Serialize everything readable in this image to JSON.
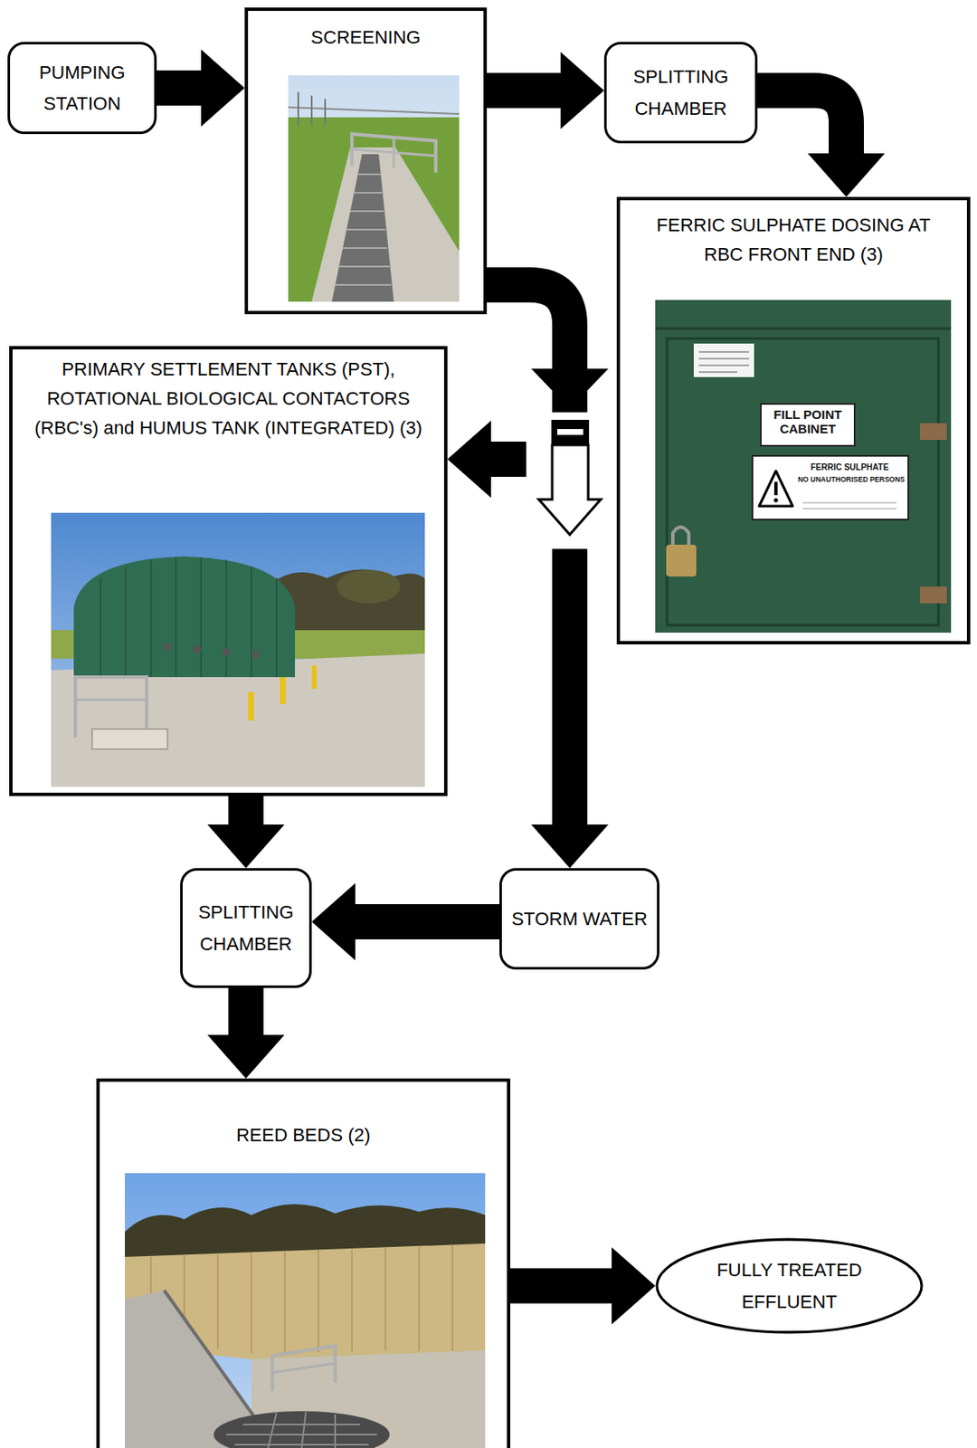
{
  "diagram": {
    "nodes": [
      {
        "text": [
          "PUMPING STATION"
        ]
      },
      {
        "text": [
          "SCREENING"
        ]
      },
      {
        "text": [
          "SPLITTING CHAMBER"
        ]
      },
      {
        "text": [
          "FERRIC SULPHATE DOSING AT RBC FRONT END (3)"
        ]
      },
      {
        "text": [
          "PRIMARY SETTLEMENT TANKS (PST), ROTATIONAL BIOLOGICAL CONTACTORS (RBC's) and HUMUS TANK (INTEGRATED) (3)"
        ]
      },
      {
        "text": [
          "STORM WATER"
        ]
      },
      {
        "text": [
          "SPLITTING CHAMBER"
        ]
      },
      {
        "text": [
          "REED BEDS (2)"
        ]
      },
      {
        "text": [
          "FULLY TREATED EFFLUENT"
        ]
      }
    ],
    "edges": [
      {
        "from": 0,
        "to": 1,
        "arrow": "to"
      },
      {
        "from": 1,
        "to": 2,
        "arrow": "to"
      },
      {
        "from": 2,
        "to": 3,
        "arrow": "to"
      },
      {
        "from": 3,
        "to": 4,
        "arrow": "to"
      },
      {
        "from": 1,
        "to": 5,
        "arrow": "to"
      },
      {
        "from": 4,
        "to": 6,
        "arrow": "to"
      },
      {
        "from": 5,
        "to": 6,
        "arrow": "to"
      },
      {
        "from": 6,
        "to": 7,
        "arrow": "to"
      },
      {
        "from": 7,
        "to": 8,
        "arrow": "to"
      }
    ],
    "labels": [
      "FILL POINT CABINET",
      "FERRIC SULPHATE",
      "NO UNAUTHORISED PERSONS"
    ]
  }
}
